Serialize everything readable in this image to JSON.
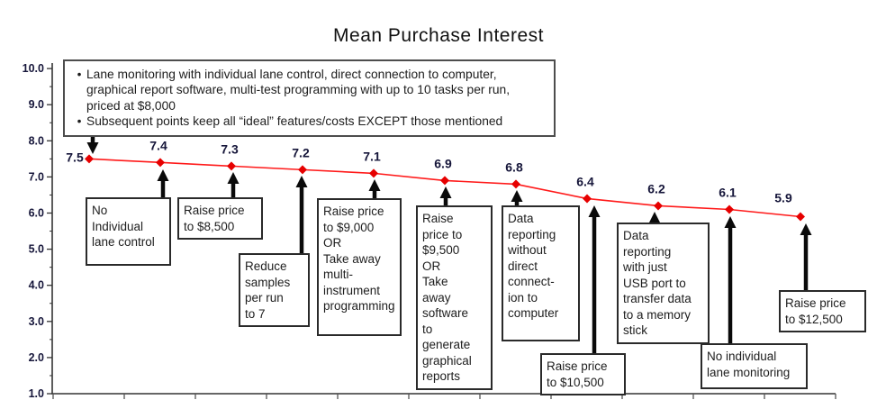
{
  "title": "Mean Purchase Interest",
  "chart_data": {
    "type": "line",
    "title": "Mean Purchase Interest",
    "series": [
      {
        "name": "Mean Purchase Interest",
        "values": [
          7.5,
          7.4,
          7.3,
          7.2,
          7.1,
          6.9,
          6.8,
          6.4,
          6.2,
          6.1,
          5.9
        ]
      }
    ],
    "point_labels": [
      "7.5",
      "7.4",
      "7.3",
      "7.2",
      "7.1",
      "6.9",
      "6.8",
      "6.4",
      "6.2",
      "6.1",
      "5.9"
    ],
    "ylim": [
      1.0,
      10.0
    ],
    "ytick_labels": [
      "10.0",
      "9.0",
      "8.0",
      "7.0",
      "6.0",
      "5.0",
      "4.0",
      "3.0",
      "2.0",
      "1.0"
    ],
    "ytick_values": [
      10,
      9,
      8,
      7,
      6,
      5,
      4,
      3,
      2,
      1
    ],
    "minor_ytick_interval": 0.5,
    "x_categories_count": 11,
    "xtick_labels": [],
    "grid": false,
    "legend": "none",
    "line_color": "#ff1a1a",
    "marker": "diamond",
    "marker_color": "#e60000",
    "label_color": "#16163a"
  },
  "key_box": {
    "bullets": [
      "Lane monitoring with individual lane control, direct connection to computer, graphical report software, multi-test programming with up to 10 tasks per run, priced at $8,000",
      "Subsequent points keep all “ideal” features/costs EXCEPT those mentioned"
    ],
    "bullet_glyph": "•"
  },
  "annotations": [
    {
      "text": "No\nIndividual\nlane control"
    },
    {
      "text": "Raise price\nto $8,500"
    },
    {
      "text": "Reduce\nsamples\nper run\nto 7"
    },
    {
      "text": "Raise price\nto $9,000\nOR\nTake away\nmulti-\ninstrument\nprogramming"
    },
    {
      "text": "Raise\nprice to\n$9,500\nOR\nTake\naway\nsoftware\nto\ngenerate\ngraphical\nreports"
    },
    {
      "text": "Data\nreporting\nwithout\ndirect\nconnect-\nion to\ncomputer"
    },
    {
      "text": "Raise price\nto $10,500"
    },
    {
      "text": "Data\nreporting\nwith just\nUSB port to\ntransfer data\nto a memory\nstick"
    },
    {
      "text": "No individual\nlane monitoring"
    },
    {
      "text": "Raise price\nto $12,500"
    }
  ]
}
